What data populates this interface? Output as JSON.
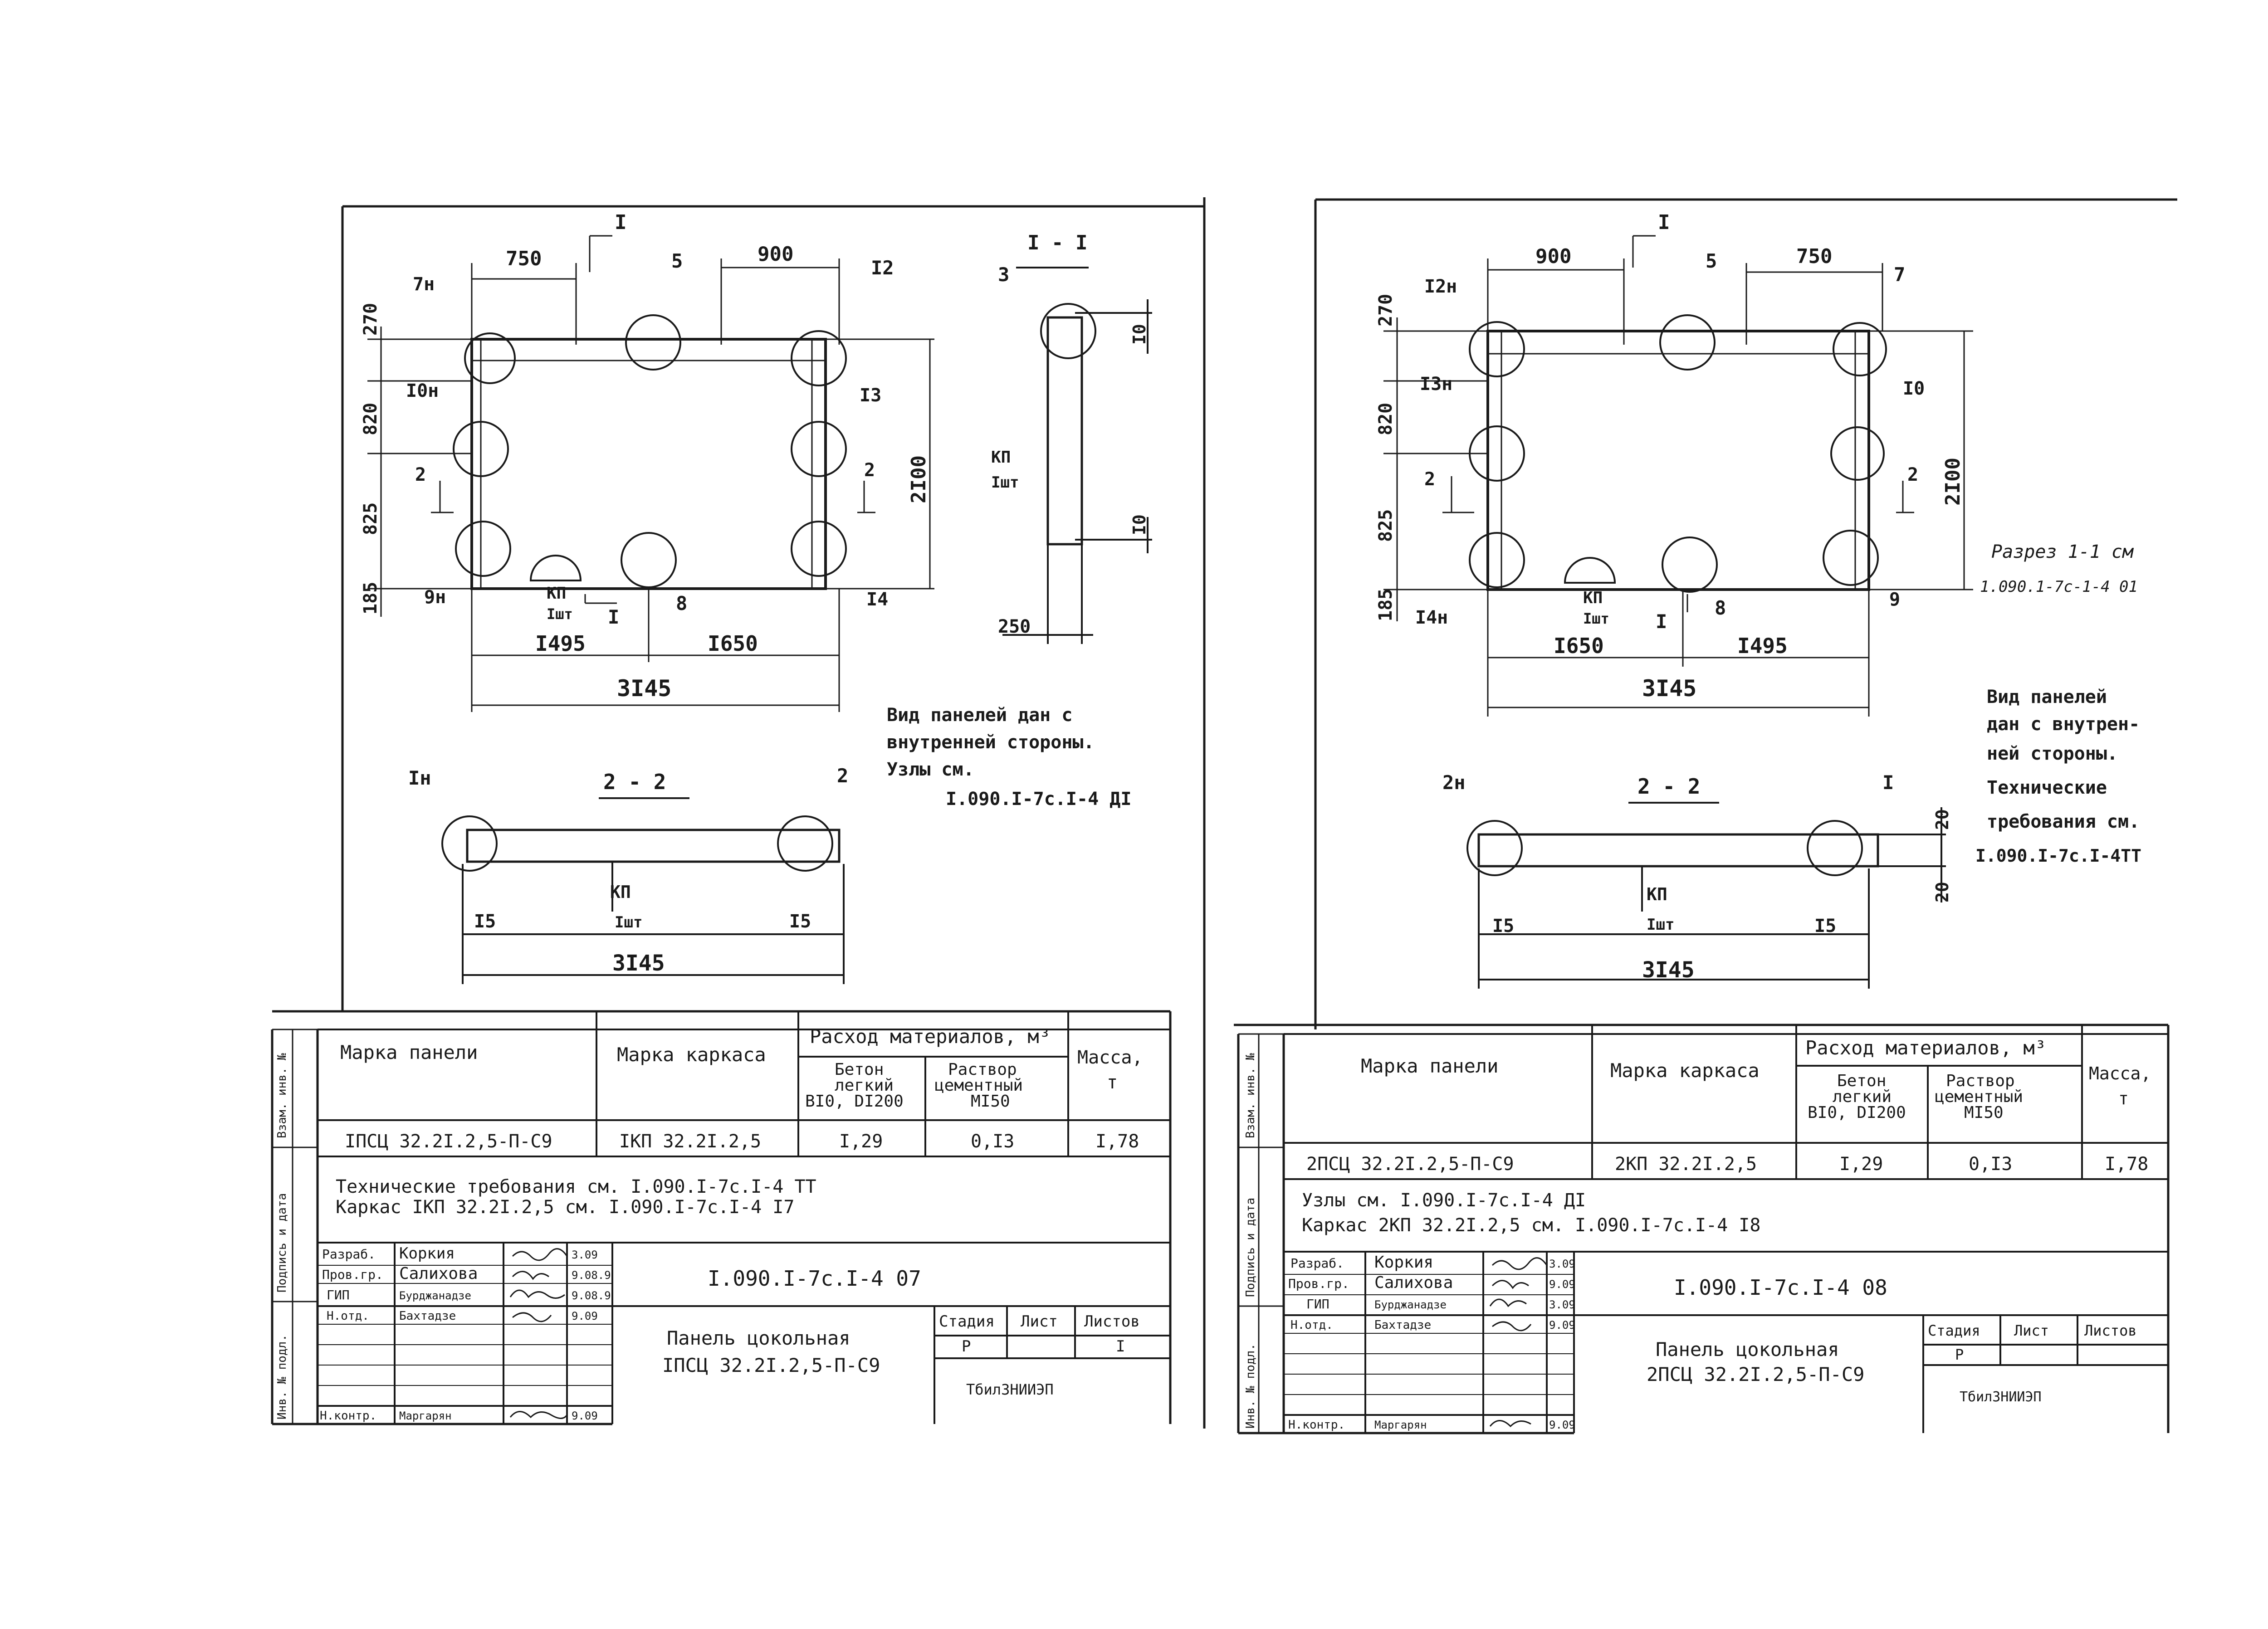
{
  "sheets": [
    {
      "plan": {
        "dims_top": [
          "750",
          "900"
        ],
        "section_mark": "I",
        "section_mark_bottom": "I",
        "dims_left": [
          "270",
          "820",
          "825",
          "185"
        ],
        "dim_right": "2I00",
        "dims_bottom": [
          "I495",
          "I650"
        ],
        "dim_total": "3I45",
        "callouts": [
          "7н",
          "5",
          "I2",
          "I0н",
          "I3",
          "9н",
          "8",
          "I4"
        ],
        "arrow_left": "2",
        "arrow_right": "2",
        "kp_label": "КП",
        "kp_qty": "Iшт"
      },
      "section11": {
        "title": "I - I",
        "callout": "3",
        "dim_top": "I0",
        "dim_bottom": "I0",
        "kp_label": "КП",
        "kp_qty": "Iшт",
        "dim_width": "250"
      },
      "note": [
        "Вид панелей дан с",
        "внутренней стороны.",
        "Узлы см.",
        "I.090.I-7с.I-4 ДI"
      ],
      "section22": {
        "title": "2 - 2",
        "callouts": [
          "Iн",
          "2"
        ],
        "kp_label": "КП",
        "kp_qty": "Iшт",
        "dims": [
          "I5",
          "I5"
        ],
        "dim_total": "3I45"
      },
      "spec": {
        "headers": {
          "panel": "Марка панели",
          "frame": "Марка каркаса",
          "materials": "Расход материалов, м³",
          "concrete": [
            "Бетон",
            "легкий",
            "BI0, DI200"
          ],
          "mortar": [
            "Раствор",
            "цементный",
            "MI50"
          ],
          "mass": [
            "Масса,",
            "т"
          ]
        },
        "row": {
          "panel": "IПСЦ 32.2I.2,5-П-С9",
          "frame": "IКП 32.2I.2,5",
          "concrete": "I,29",
          "mortar": "0,I3",
          "mass": "I,78"
        }
      },
      "notes": [
        "Технические требования см. I.090.I-7с.I-4 ТТ",
        "Каркас IКП 32.2I.2,5 см. I.090.I-7с.I-4 I7"
      ],
      "title_block": {
        "code": "I.090.I-7с.I-4 07",
        "name": [
          "Панель цокольная",
          "IПСЦ 32.2I.2,5-П-С9"
        ],
        "stage_headers": [
          "Стадия",
          "Лист",
          "Листов"
        ],
        "stage_values": [
          "Р",
          "",
          "I"
        ],
        "org": "ТбилЗНИИЭП",
        "staff": [
          {
            "role": "Разраб.",
            "name": "Коркия",
            "date": "3.09"
          },
          {
            "role": "Пров.гр.",
            "name": "Салихова",
            "date": "9.08.9"
          },
          {
            "role": "ГИП",
            "name": "Бурджанадзе",
            "date": "9.08.9"
          },
          {
            "role": "Н.отд.",
            "name": "Бахтадзе",
            "date": "9.09"
          },
          {
            "role": "Н.контр.",
            "name": "Маргарян",
            "date": "9.09"
          }
        ]
      },
      "side_stamp": [
        "Взам. инв. №",
        "Подпись и дата",
        "Инв. № подл."
      ]
    },
    {
      "plan": {
        "dims_top": [
          "900",
          "750"
        ],
        "section_mark": "I",
        "section_mark_bottom": "I",
        "dims_left": [
          "270",
          "820",
          "825",
          "185"
        ],
        "dim_right": "2I00",
        "dims_bottom": [
          "I650",
          "I495"
        ],
        "dim_total": "3I45",
        "callouts": [
          "I2н",
          "5",
          "7",
          "I3н",
          "I0",
          "I4н",
          "8",
          "9"
        ],
        "arrow_left": "2",
        "arrow_right": "2",
        "kp_label": "КП",
        "kp_qty": "Iшт"
      },
      "handwritten": [
        "Разрез 1-1 см",
        "1.090.1-7с-1-4 01"
      ],
      "note": [
        "Вид панелей",
        "дан с внутрен-",
        "ней стороны.",
        "Технические",
        "требования см.",
        "I.090.I-7с.I-4ТТ"
      ],
      "section22": {
        "title": "2 - 2",
        "callouts": [
          "2н",
          "I"
        ],
        "kp_label": "КП",
        "kp_qty": "Iшт",
        "dims": [
          "I5",
          "I5"
        ],
        "dim_total": "3I45",
        "dims_right": [
          "20",
          "20"
        ]
      },
      "spec": {
        "headers": {
          "panel": "Марка панели",
          "frame": "Марка каркаса",
          "materials": "Расход материалов, м³",
          "concrete": [
            "Бетон",
            "легкий",
            "BI0, DI200"
          ],
          "mortar": [
            "Раствор",
            "цементный",
            "MI50"
          ],
          "mass": [
            "Масса,",
            "т"
          ]
        },
        "row": {
          "panel": "2ПСЦ 32.2I.2,5-П-С9",
          "frame": "2КП 32.2I.2,5",
          "concrete": "I,29",
          "mortar": "0,I3",
          "mass": "I,78"
        }
      },
      "notes": [
        "Узлы см. I.090.I-7с.I-4 ДI",
        "Каркас 2КП 32.2I.2,5 см. I.090.I-7с.I-4 I8"
      ],
      "title_block": {
        "code": "I.090.I-7с.I-4 08",
        "name": [
          "Панель цокольная",
          "2ПСЦ 32.2I.2,5-П-С9"
        ],
        "stage_headers": [
          "Стадия",
          "Лист",
          "Листов"
        ],
        "stage_values": [
          "Р",
          "",
          ""
        ],
        "org": "ТбилЗНИИЭП",
        "staff": [
          {
            "role": "Разраб.",
            "name": "Коркия",
            "date": "3.09"
          },
          {
            "role": "Пров.гр.",
            "name": "Салихова",
            "date": "9.09"
          },
          {
            "role": "ГИП",
            "name": "Бурджанадзе",
            "date": "3.09"
          },
          {
            "role": "Н.отд.",
            "name": "Бахтадзе",
            "date": "9.09"
          },
          {
            "role": "Н.контр.",
            "name": "Маргарян",
            "date": "9.09"
          }
        ]
      },
      "side_stamp": [
        "Взам. инв. №",
        "Подпись и дата",
        "Инв. № подл."
      ]
    }
  ]
}
